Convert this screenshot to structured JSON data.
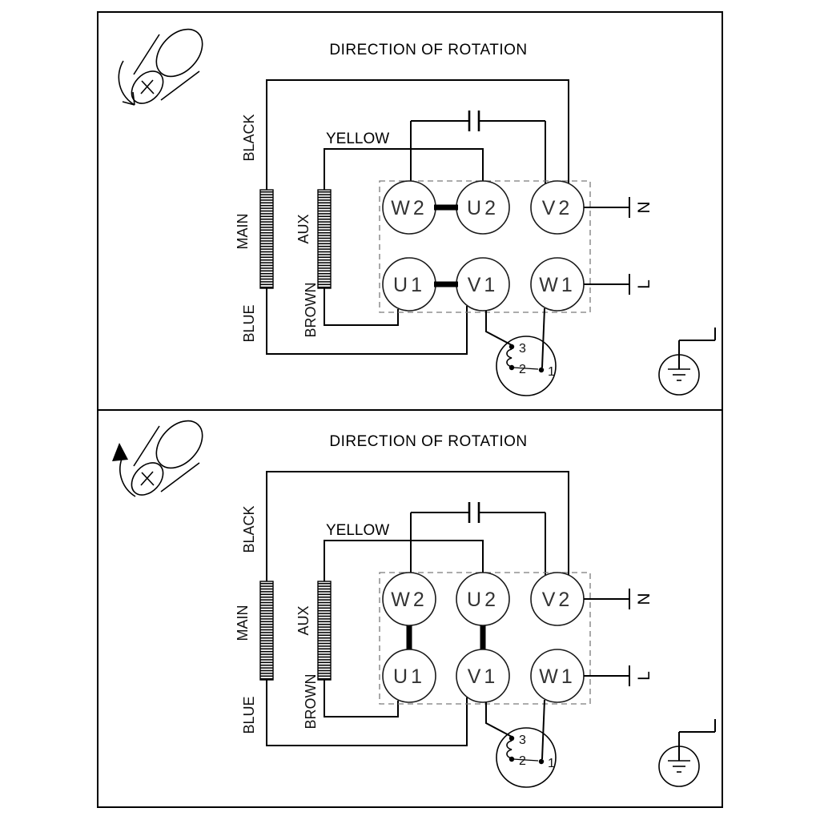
{
  "colors": {
    "line": "#000000",
    "background": "#ffffff",
    "dashed_box": "#7a7a7a"
  },
  "figure": {
    "panels": [
      {
        "title": "DIRECTION OF ROTATION",
        "rotation_icon": "motor-rotation-counterclockwise-icon",
        "wire_labels": {
          "black": "BLACK",
          "main": "MAIN",
          "blue": "BLUE",
          "aux": "AUX",
          "brown": "BROWN",
          "yellow": "YELLOW"
        },
        "terminals": {
          "w2": "W2",
          "u2": "U2",
          "v2": "V2",
          "u1": "U1",
          "v1": "V1",
          "w1": "W1"
        },
        "supply": {
          "neutral": "N",
          "line": "L"
        },
        "thermal_protector": {
          "t3": "3",
          "t2": "2",
          "t1": "1"
        },
        "terminal_links": [
          "W2-U2",
          "U1-V1"
        ]
      },
      {
        "title": "DIRECTION OF ROTATION",
        "rotation_icon": "motor-rotation-clockwise-icon",
        "wire_labels": {
          "black": "BLACK",
          "main": "MAIN",
          "blue": "BLUE",
          "aux": "AUX",
          "brown": "BROWN",
          "yellow": "YELLOW"
        },
        "terminals": {
          "w2": "W2",
          "u2": "U2",
          "v2": "V2",
          "u1": "U1",
          "v1": "V1",
          "w1": "W1"
        },
        "supply": {
          "neutral": "N",
          "line": "L"
        },
        "thermal_protector": {
          "t3": "3",
          "t2": "2",
          "t1": "1"
        },
        "terminal_links": [
          "W2-U1",
          "U2-V1"
        ]
      }
    ]
  }
}
